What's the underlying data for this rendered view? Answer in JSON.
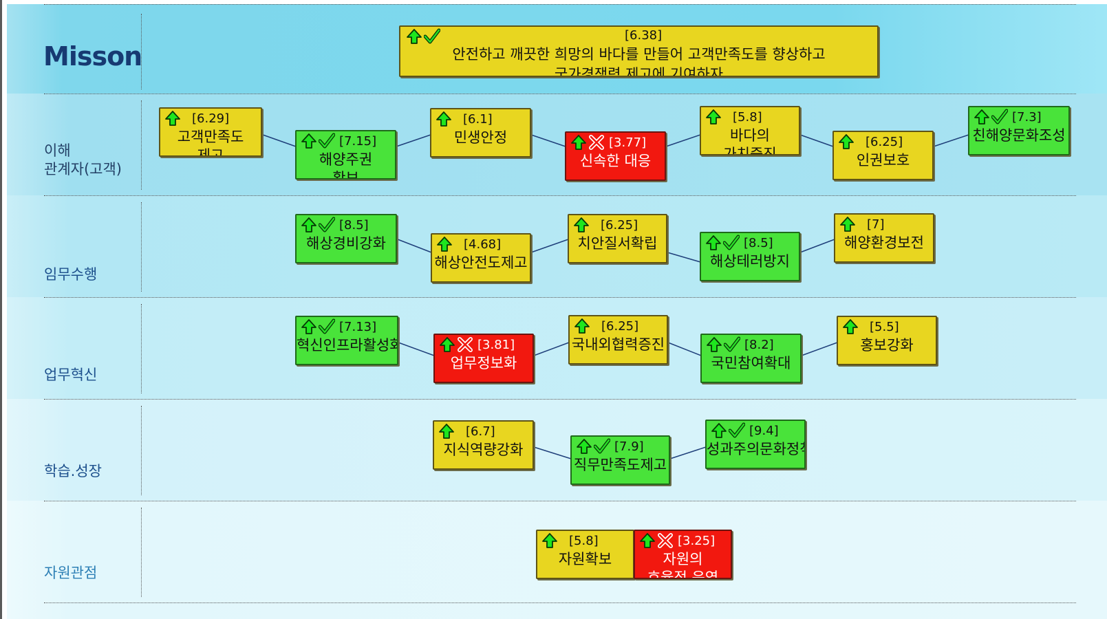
{
  "mission": {
    "title": "Misson",
    "score": "[6.38]",
    "text_line1": "안전하고 깨끗한 희망의 바다를 만들어 고객만족도를 향상하고",
    "text_line2": "국가경쟁력 제고에 기여하자"
  },
  "rows": {
    "r1_line1": "이해",
    "r1_line2": "관계자(고객)",
    "r2": "임무수행",
    "r3": "업무혁신",
    "r4": "학습.성장",
    "r5": "자원관점"
  },
  "boxes": {
    "b1": {
      "score": "[6.29]",
      "line1": "고객만족도",
      "line2": "제고",
      "status": "yellow"
    },
    "b2": {
      "score": "[7.15]",
      "line1": "해양주권",
      "line2": "확보",
      "status": "green"
    },
    "b3": {
      "score": "[6.1]",
      "line1": "민생안정",
      "line2": "",
      "status": "yellow"
    },
    "b4": {
      "score": "[3.77]",
      "line1": "신속한 대응",
      "line2": "",
      "status": "red"
    },
    "b5": {
      "score": "[5.8]",
      "line1": "바다의",
      "line2": "가치증진",
      "status": "yellow"
    },
    "b6": {
      "score": "[6.25]",
      "line1": "인권보호",
      "line2": "",
      "status": "yellow"
    },
    "b7": {
      "score": "[7.3]",
      "line1": "친해양문화조성",
      "line2": "",
      "status": "green"
    },
    "b8": {
      "score": "[8.5]",
      "line1": "해상경비강화",
      "line2": "",
      "status": "green"
    },
    "b9": {
      "score": "[4.68]",
      "line1": "해상안전도제고",
      "line2": "",
      "status": "yellow"
    },
    "b10": {
      "score": "[6.25]",
      "line1": "치안질서확립",
      "line2": "",
      "status": "yellow"
    },
    "b11": {
      "score": "[8.5]",
      "line1": "해상테러방지",
      "line2": "",
      "status": "green"
    },
    "b12": {
      "score": "[7]",
      "line1": "해양환경보전",
      "line2": "",
      "status": "yellow"
    },
    "b13": {
      "score": "[7.13]",
      "line1": "혁신인프라활성화",
      "line2": "",
      "status": "green"
    },
    "b14": {
      "score": "[3.81]",
      "line1": "업무정보화",
      "line2": "",
      "status": "red"
    },
    "b15": {
      "score": "[6.25]",
      "line1": "국내외협력증진",
      "line2": "",
      "status": "yellow"
    },
    "b16": {
      "score": "[8.2]",
      "line1": "국민참여확대",
      "line2": "",
      "status": "green"
    },
    "b17": {
      "score": "[5.5]",
      "line1": "홍보강화",
      "line2": "",
      "status": "yellow"
    },
    "b18": {
      "score": "[6.7]",
      "line1": "지식역량강화",
      "line2": "",
      "status": "yellow"
    },
    "b19": {
      "score": "[7.9]",
      "line1": "직무만족도제고",
      "line2": "",
      "status": "green"
    },
    "b20": {
      "score": "[9.4]",
      "line1": "성과주의문화정착",
      "line2": "",
      "status": "green"
    },
    "b21": {
      "score": "[5.8]",
      "line1": "자원확보",
      "line2": "",
      "status": "yellow"
    },
    "b22": {
      "score": "[3.25]",
      "line1": "자원의",
      "line2": "효율적 운영",
      "status": "red"
    }
  },
  "icons": {
    "trend": "up-arrow-icon",
    "good": "check-icon",
    "bad": "x-mark-icon"
  },
  "colors": {
    "yellow": "#e8d620",
    "green": "#49e33a",
    "red": "#f2180f"
  }
}
